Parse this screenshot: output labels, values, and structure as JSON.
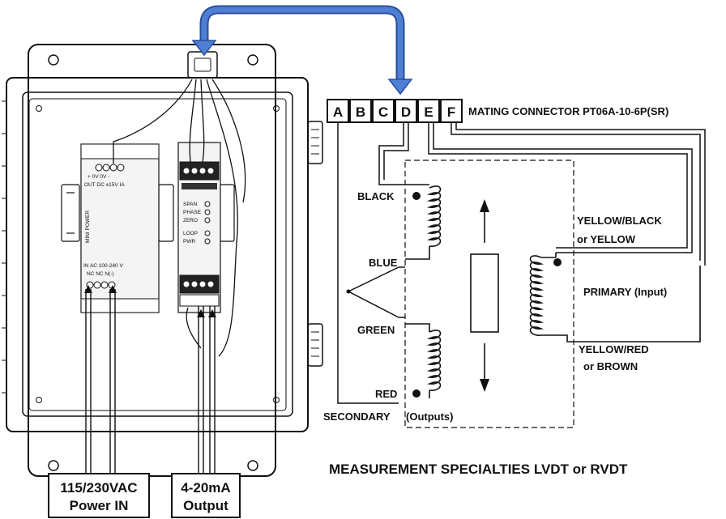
{
  "connector": {
    "pins": [
      "A",
      "B",
      "C",
      "D",
      "E",
      "F"
    ],
    "label": "MATING CONNECTOR PT06A-10-6P(SR)"
  },
  "lvdt": {
    "wires": {
      "black": "BLACK",
      "blue": "BLUE",
      "green": "GREEN",
      "red": "RED",
      "yellow_black": "YELLOW/BLACK",
      "or_yellow": "or  YELLOW",
      "yellow_red": "YELLOW/RED",
      "or_brown": "or  BROWN"
    },
    "primary": "PRIMARY (Input)",
    "secondary": "SECONDARY",
    "outputs": "(Outputs)"
  },
  "power_supply": {
    "top_line1": "+ 0V 0V -",
    "top_line2": "OUT DC ±15V IA",
    "side_label": "MINI POWER",
    "bottom_line1": "IN AC 100-240 V",
    "bottom_line2": "NC NC N(-)"
  },
  "signal_conditioner": {
    "labels": [
      "SPAN",
      "PHASE",
      "ZERO",
      "LOOP",
      "PWR"
    ]
  },
  "bottom_boxes": {
    "power_line1": "115/230VAC",
    "power_line2": "Power IN",
    "output_line1": "4-20mA",
    "output_line2": "Output"
  },
  "caption": "MEASUREMENT SPECIALTIES LVDT or RVDT",
  "colors": {
    "arrow": "#4f7fd4",
    "arrow_outline": "#2a4f98",
    "line": "#111111",
    "enclosure_fill": "#ffffff",
    "module_fill": "#f4f4f4"
  }
}
